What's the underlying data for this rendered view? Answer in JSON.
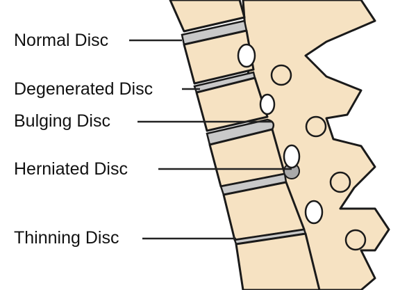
{
  "labels": {
    "normal": "Normal Disc",
    "degenerated": "Degenerated Disc",
    "bulging": "Bulging Disc",
    "herniated": "Herniated Disc",
    "thinning": "Thinning Disc"
  },
  "colors": {
    "bone": "#f6e2c2",
    "outline": "#1a1a1a",
    "disc": "#c9c9c9",
    "leader": "#222222",
    "herniation": "#a9a9a9"
  }
}
